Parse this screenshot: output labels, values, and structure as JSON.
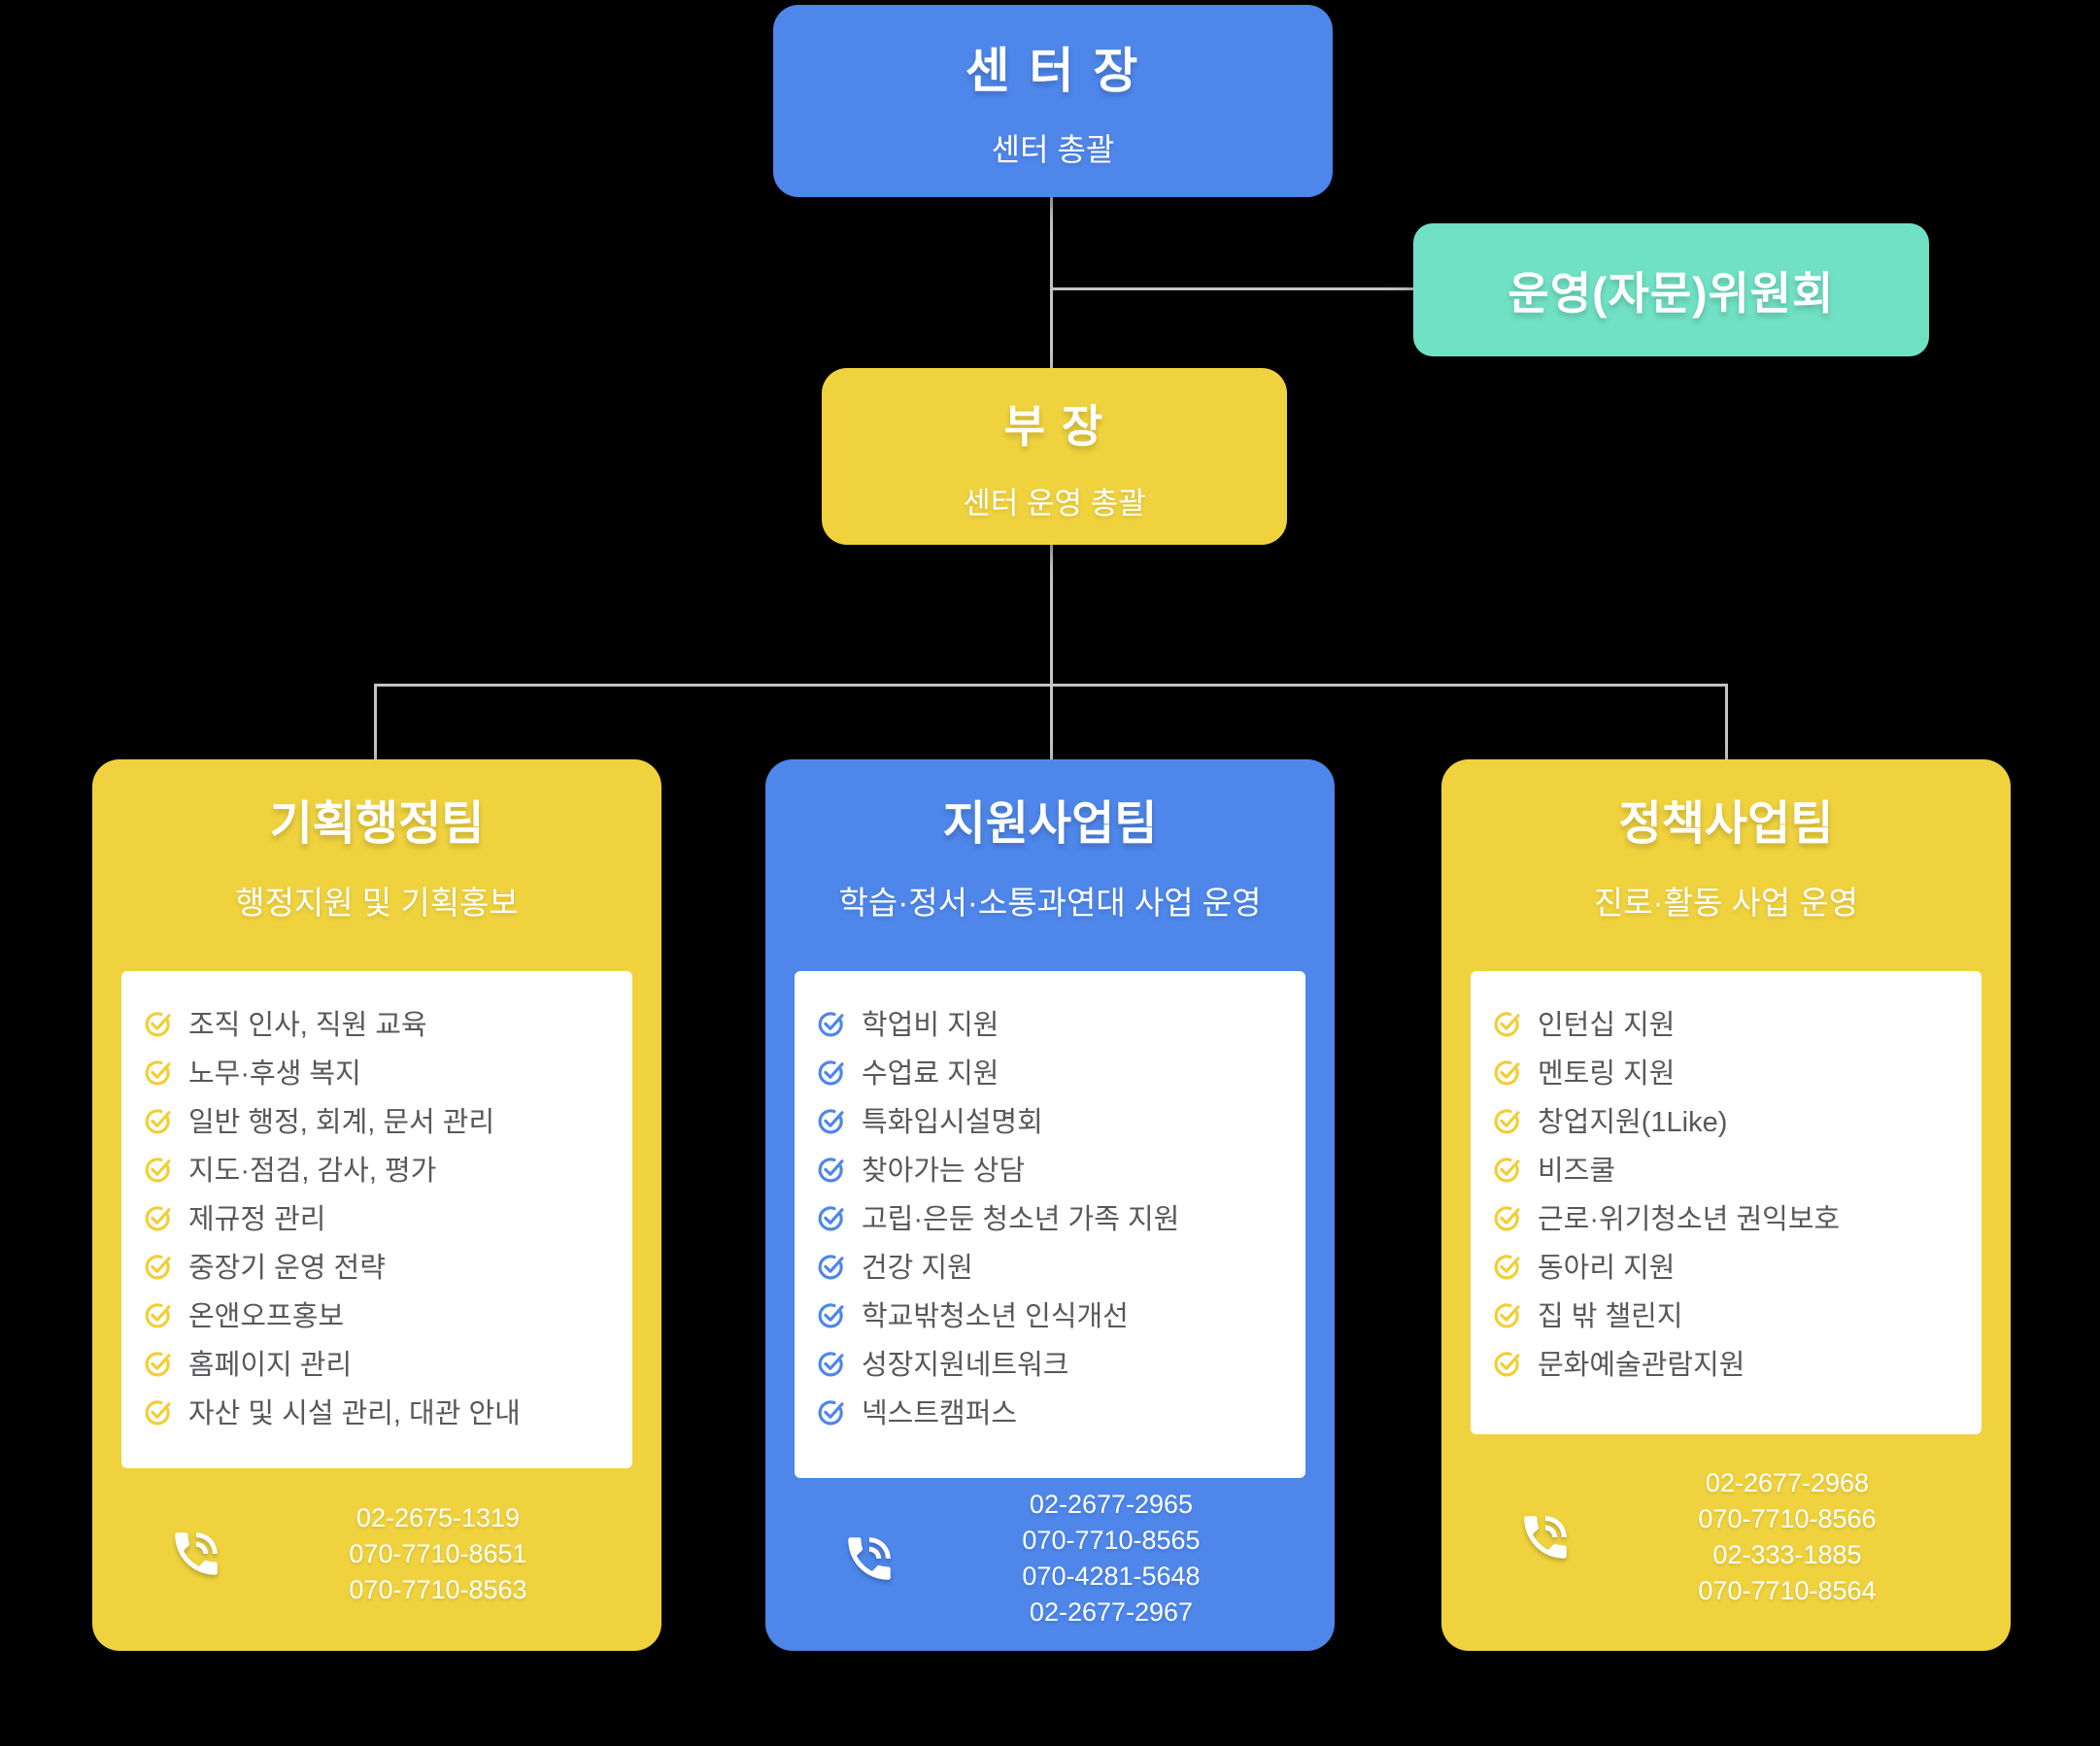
{
  "page": {
    "background": "#000000"
  },
  "colors": {
    "blue": "#4E86EA",
    "yellow": "#EFD23E",
    "mint": "#70E1C4",
    "panel_white": "#FFFFFF",
    "task_text": "#58585C",
    "connector": "#C4C4C4",
    "check_yellow": "#F2CE35",
    "check_blue": "#4E86EA"
  },
  "director": {
    "title": "센 터 장",
    "subtitle": "센터 총괄"
  },
  "committee": {
    "title": "운영(자문)위원회"
  },
  "manager": {
    "title": "부 장",
    "subtitle": "센터 운영 총괄"
  },
  "teams": [
    {
      "id": "planning-admin-team",
      "title": "기획행정팀",
      "subtitle": "행정지원 및 기획홍보",
      "theme": "yellow",
      "items": [
        "조직 인사, 직원 교육",
        "노무·후생 복지",
        "일반 행정, 회계, 문서 관리",
        "지도·점검, 감사, 평가",
        "제규정 관리",
        "중장기 운영 전략",
        "온앤오프홍보",
        "홈페이지 관리",
        "자산 및 시설 관리, 대관 안내"
      ],
      "phones": [
        "02-2675-1319",
        "070-7710-8651",
        "070-7710-8563"
      ]
    },
    {
      "id": "support-business-team",
      "title": "지원사업팀",
      "subtitle": "학습·정서·소통과연대 사업 운영",
      "theme": "blue",
      "items": [
        "학업비 지원",
        "수업료 지원",
        "특화입시설명회",
        "찾아가는 상담",
        "고립·은둔 청소년 가족 지원",
        "건강 지원",
        "학교밖청소년 인식개선",
        "성장지원네트워크",
        "넥스트캠퍼스"
      ],
      "phones": [
        "02-2677-2965",
        "070-7710-8565",
        "070-4281-5648",
        "02-2677-2967"
      ]
    },
    {
      "id": "policy-business-team",
      "title": "정책사업팀",
      "subtitle": "진로·활동 사업 운영",
      "theme": "yellow",
      "items": [
        "인턴십 지원",
        "멘토링 지원",
        "창업지원(1Like)",
        "비즈쿨",
        "근로·위기청소년 권익보호",
        "동아리 지원",
        "집 밖 챌린지",
        "문화예술관람지원"
      ],
      "phones": [
        "02-2677-2968",
        "070-7710-8566",
        "02-333-1885",
        "070-7710-8564"
      ]
    }
  ],
  "icons": {
    "check": "check-circle-icon",
    "phone": "phone-icon"
  }
}
